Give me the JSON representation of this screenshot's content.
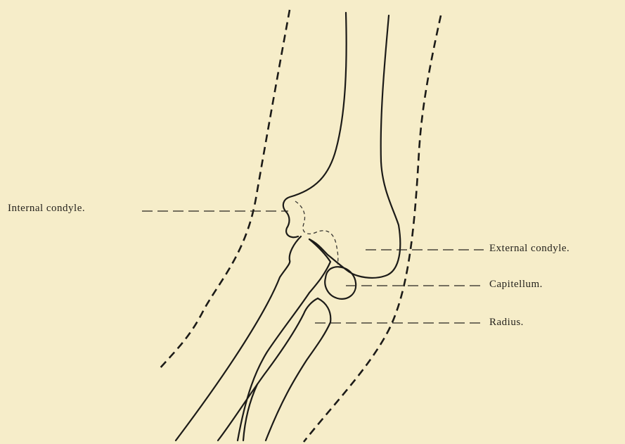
{
  "labels": {
    "internal_condyle": "Internal condyle.",
    "external_condyle": "External condyle.",
    "capitellum": "Capitellum.",
    "radius": "Radius."
  },
  "colors": {
    "paper": "#f6edc9",
    "ink": "#1c1b18"
  }
}
